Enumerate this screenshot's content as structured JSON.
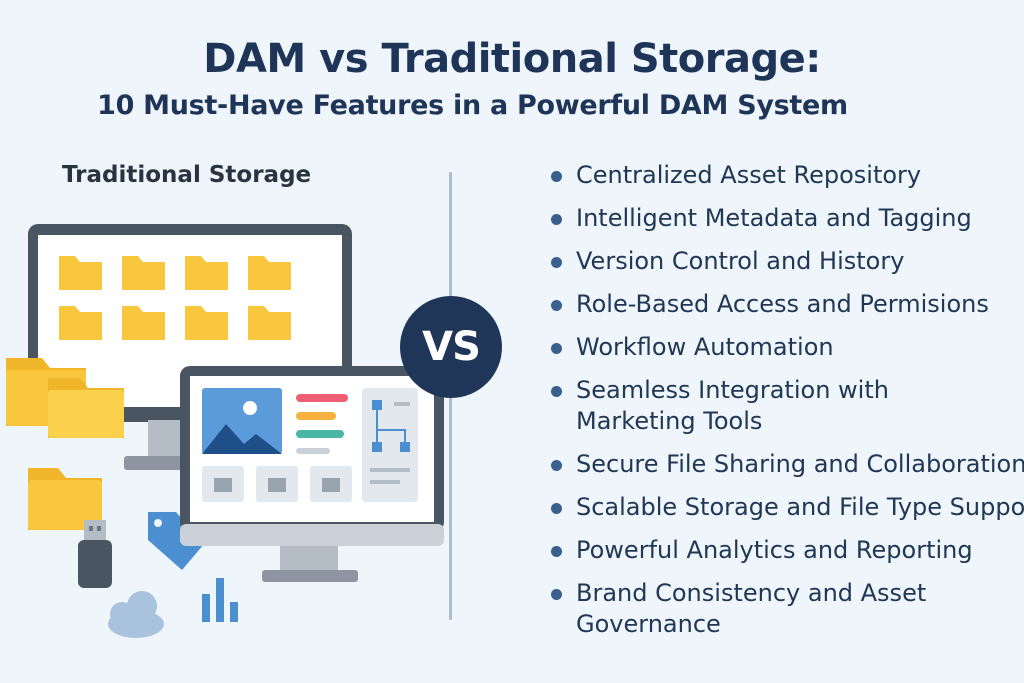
{
  "header": {
    "title": "DAM vs Traditional Storage:",
    "subtitle": "10 Must-Have Features in a Powerful DAM System"
  },
  "left_panel": {
    "heading": "Traditional Storage",
    "icons": [
      "monitor-icon",
      "folder-icon",
      "usb-drive-icon",
      "tag-icon",
      "cloud-icon",
      "bar-chart-icon",
      "image-icon",
      "workflow-icon"
    ]
  },
  "vs_label": "VS",
  "features": [
    [
      "Centralized Asset Repository"
    ],
    [
      "Intelligent Metadata and Tagging"
    ],
    [
      "Version Control and History"
    ],
    [
      "Role-Based Access and Permisions"
    ],
    [
      "Workflow Automation"
    ],
    [
      "Seamless Integration with",
      "Marketing Tools"
    ],
    [
      "Secure File Sharing and Collaboration"
    ],
    [
      "Scalable Storage and File Type Support"
    ],
    [
      "Powerful Analytics and Reporting"
    ],
    [
      "Brand Consistency and Asset",
      "Governance"
    ]
  ],
  "colors": {
    "background": "#eef5fb",
    "navy": "#1f3659",
    "folder": "#f9c73d",
    "folder_dark": "#f0b52a",
    "monitor_frame": "#4a5562",
    "blue_accent": "#4b8fd1"
  }
}
